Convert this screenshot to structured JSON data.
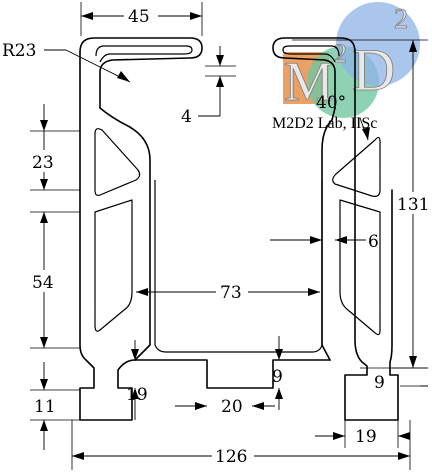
{
  "dimensions": {
    "width_top": "45",
    "radius": "R23",
    "lip": "4",
    "angle": "40°",
    "upper_height": "23",
    "mid_height": "54",
    "bottom_height": "11",
    "slot_height": "19",
    "channel_width": "73",
    "wall": "6",
    "overall_height": "131",
    "foot_height": "9",
    "tab_height": "9",
    "tab_width": "20",
    "foot_width": "19",
    "overall_width": "126"
  },
  "watermark": {
    "caption": "M2D2 Lab, IISc",
    "letter_m": "M",
    "letter_2a": "2",
    "letter_d": "D",
    "letter_2b": "2",
    "colors": [
      "#e8914a",
      "#6fc7a0",
      "#8fb3e6"
    ]
  }
}
